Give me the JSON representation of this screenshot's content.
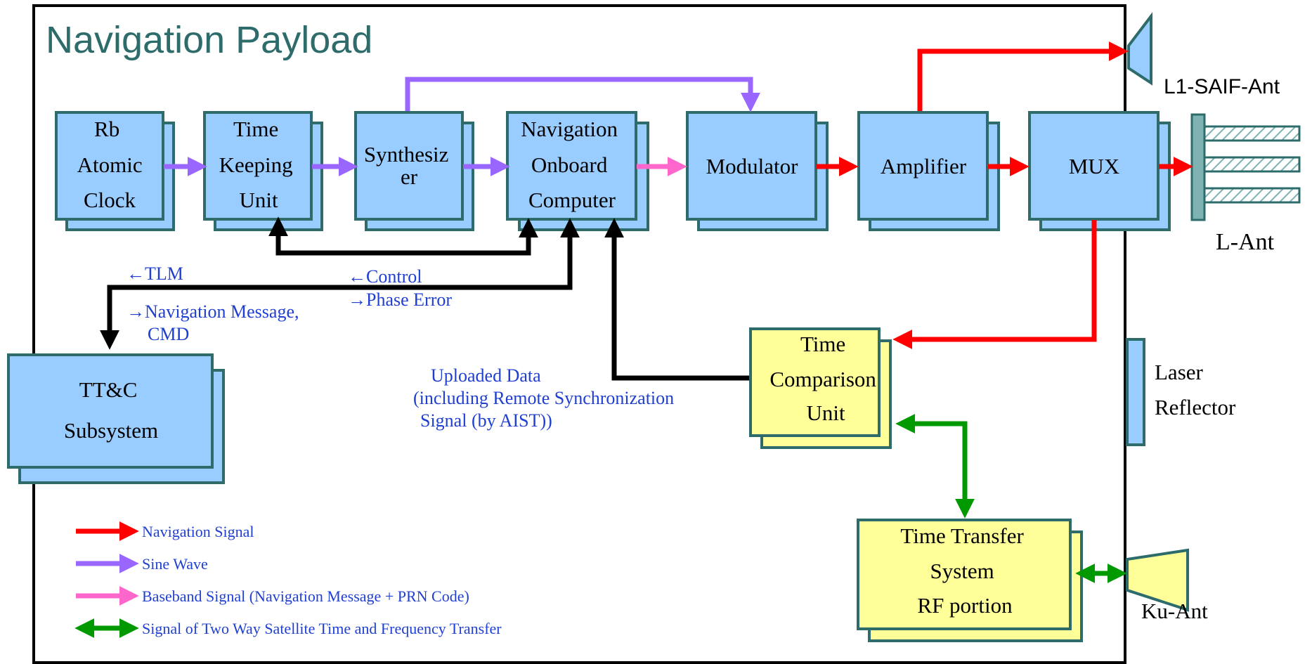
{
  "title": "Navigation Payload",
  "colors": {
    "frame": "#000000",
    "box_fill": "#99ccff",
    "box_border": "#2e6b6b",
    "yellow_fill": "#ffff99",
    "title_color": "#2e6b6b",
    "nav_signal": "#ff0000",
    "sine_wave": "#9966ff",
    "baseband": "#ff66cc",
    "twstft": "#009900",
    "control": "#000000",
    "annotation": "#1f3fd1"
  },
  "boxes": {
    "rb_clock": [
      "Rb",
      "Atomic",
      "Clock"
    ],
    "tku": [
      "Time",
      "Keeping",
      "Unit"
    ],
    "synth": [
      "Synthesiz",
      "er"
    ],
    "nobc": [
      "Navigation",
      "Onboard",
      "Computer"
    ],
    "modulator": [
      "Modulator"
    ],
    "amplifier": [
      "Amplifier"
    ],
    "mux": [
      "MUX"
    ],
    "ttc": [
      "TT&C",
      "Subsystem"
    ],
    "tcu": [
      "Time",
      "Comparison",
      "Unit"
    ],
    "tts": [
      "Time Transfer",
      "System",
      "RF portion"
    ]
  },
  "antennas": {
    "l1saif": "L1-SAIF-Ant",
    "l_ant": "L-Ant",
    "laser": [
      "Laser",
      "Reflector"
    ],
    "ku": "Ku-Ant"
  },
  "annotations": {
    "tlm": "←TLM",
    "nav_msg": [
      "→Navigation Message,",
      "CMD"
    ],
    "control": "←Control",
    "phase_error": "→Phase Error",
    "uploaded": [
      "Uploaded Data",
      "(including Remote Synchronization",
      "Signal (by AIST))"
    ]
  },
  "legend": [
    {
      "label": "Navigation Signal",
      "color": "#ff0000",
      "double": false
    },
    {
      "label": "Sine Wave",
      "color": "#9966ff",
      "double": false
    },
    {
      "label": "Baseband Signal (Navigation Message + PRN Code)",
      "color": "#ff66cc",
      "double": false
    },
    {
      "label": "Signal of Two Way Satellite Time and Frequency Transfer",
      "color": "#009900",
      "double": true
    }
  ]
}
